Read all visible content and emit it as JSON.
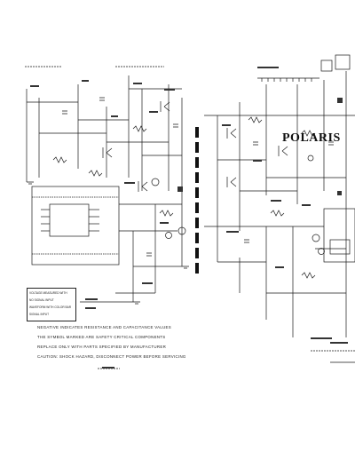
{
  "title": "POLARIS",
  "notes": [
    "NEGATIVE INDICATES RESISTANCE AND CAPACITANCE VALUES",
    "THE SYMBOL MARKED ARE SAFETY CRITICAL COMPONENTS",
    "REPLACE ONLY WITH PARTS SPECIFIED BY MANUFACTURER",
    "CAUTION: SHOCK HAZARD, DISCONNECT POWER BEFORE SERVICING"
  ],
  "legend": [
    "VOLTAGE MEASURED WITH",
    "NO SIGNAL INPUT",
    "WAVEFORM WITH COLOR BAR",
    "SIGNAL INPUT"
  ],
  "colors": {
    "ink": "#1a1a1a",
    "paper": "#ffffff"
  }
}
